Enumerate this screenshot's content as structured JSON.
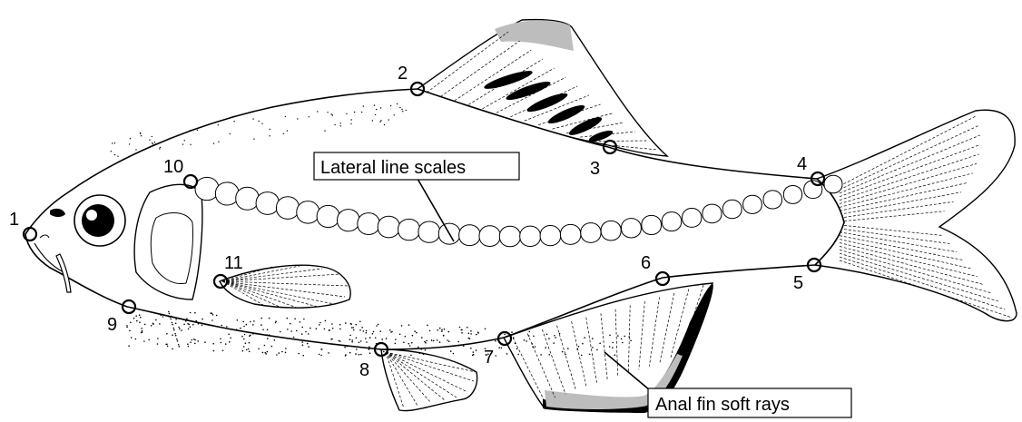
{
  "figure": {
    "landmarks": [
      "1",
      "2",
      "3",
      "4",
      "5",
      "6",
      "7",
      "8",
      "9",
      "10",
      "11"
    ],
    "callouts": {
      "lateral_line": "Lateral line scales",
      "anal_fin": "Anal fin soft rays"
    }
  }
}
